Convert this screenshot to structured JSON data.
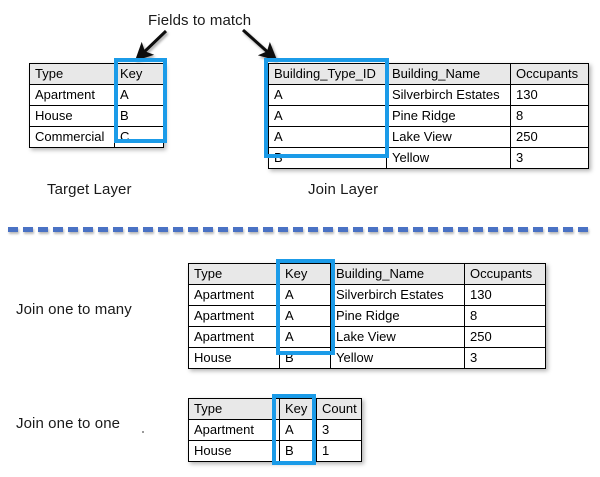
{
  "annotations": {
    "fields_to_match": "Fields to match",
    "target_layer": "Target Layer",
    "join_layer": "Join Layer",
    "join_one_to_many": "Join one to many",
    "join_one_to_one": "Join one to one"
  },
  "colors": {
    "highlight": "#1B9BE8",
    "divider": "#4A72C4",
    "header_fill": "#E8E8E8",
    "border": "#000000"
  },
  "tables": {
    "target": {
      "headers": [
        "Type",
        "Key"
      ],
      "rows": [
        [
          "Apartment",
          "A"
        ],
        [
          "House",
          "B"
        ],
        [
          "Commercial",
          "C"
        ]
      ]
    },
    "join": {
      "headers": [
        "Building_Type_ID",
        "Building_Name",
        "Occupants"
      ],
      "rows": [
        [
          "A",
          "Silverbirch Estates",
          "130"
        ],
        [
          "A",
          "Pine Ridge",
          "8"
        ],
        [
          "A",
          "Lake View",
          "250"
        ],
        [
          "B",
          "Yellow",
          "3"
        ]
      ]
    },
    "one_to_many": {
      "headers": [
        "Type",
        "Key",
        "Building_Name",
        "Occupants"
      ],
      "rows": [
        [
          "Apartment",
          "A",
          "Silverbirch Estates",
          "130"
        ],
        [
          "Apartment",
          "A",
          "Pine Ridge",
          "8"
        ],
        [
          "Apartment",
          "A",
          "Lake View",
          "250"
        ],
        [
          "House",
          "B",
          "Yellow",
          "3"
        ]
      ]
    },
    "one_to_one": {
      "headers": [
        "Type",
        "Key",
        "Count"
      ],
      "rows": [
        [
          "Apartment",
          "A",
          "3"
        ],
        [
          "House",
          "B",
          "1"
        ]
      ]
    }
  }
}
